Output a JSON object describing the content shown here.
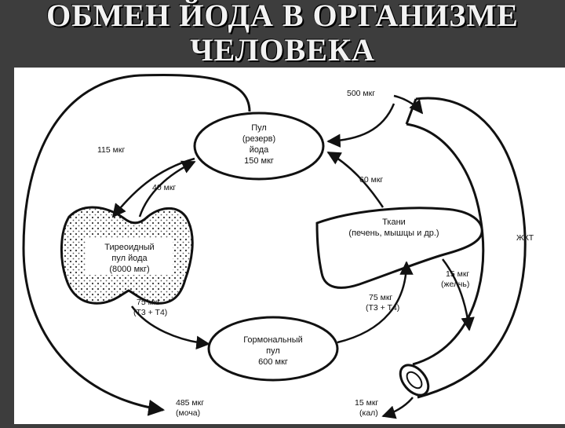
{
  "slide": {
    "title_line1": "ОБМЕН ЙОДА В ОРГАНИЗМЕ",
    "title_line2": "ЧЕЛОВЕКА"
  },
  "diagram": {
    "pool": {
      "line1": "Пул",
      "line2": "(резерв)",
      "line3": "йода",
      "line4": "150 мкг"
    },
    "thyroid": {
      "line1": "Тиреоидный",
      "line2": "пул йода",
      "line3": "(8000 мкг)"
    },
    "hormonal": {
      "line1": "Гормональный",
      "line2": "пул",
      "line3": "600 мкг"
    },
    "tissues": {
      "line1": "Ткани",
      "line2": "(печень, мышцы и др.)"
    },
    "gut_label": "ЖКТ",
    "labels": {
      "intake": "500 мкг",
      "to_thyroid": "115 мкг",
      "thyroid_to_pool": "40 мкг",
      "tissue_to_pool": "60 мкг",
      "thyroid_out": "75 мкг",
      "thyroid_out_sub": "(T3 + T4)",
      "to_tissue": "75 мкг",
      "to_tissue_sub": "(T3 + T4)",
      "bile": "15 мкг",
      "bile_sub": "(желчь)",
      "urine": "485 мкг",
      "urine_sub": "(моча)",
      "feces": "15 мкг",
      "feces_sub": "(кал)"
    }
  }
}
